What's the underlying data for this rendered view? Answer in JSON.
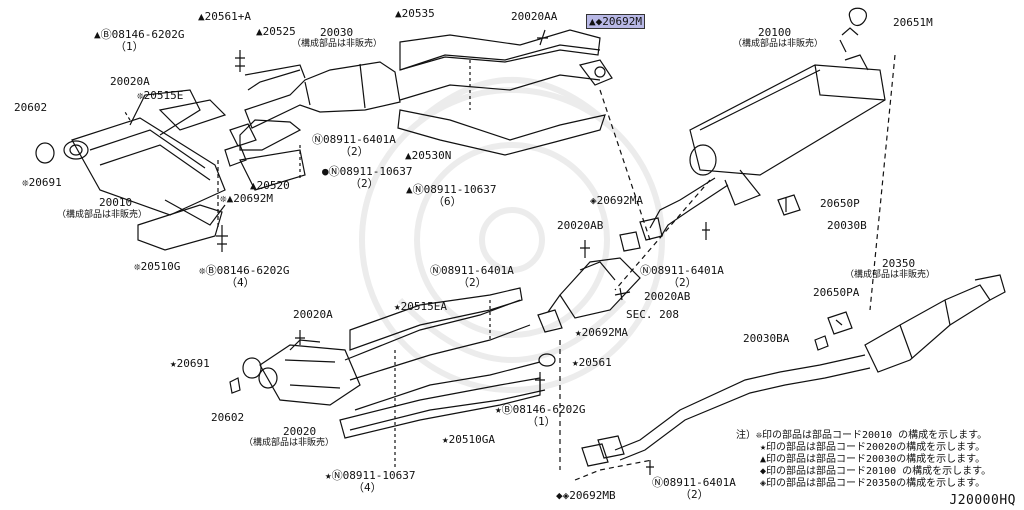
{
  "labels": {
    "p20561a": "▲20561+A",
    "b08146_top": "▲Ⓑ08146-6202G",
    "b08146_top_q": "（1）",
    "p20525": "▲20525",
    "p20030": "20030",
    "p20030_note": "（構成部品は非販売）",
    "p20535": "▲20535",
    "p20020aa": "20020AA",
    "p20692m_top": "▲◆20692M",
    "p20100": "20100",
    "p20100_note": "（構成部品は非販売）",
    "p20651m": "20651M",
    "p20020a_top": "20020A",
    "p20515e": "❊20515E",
    "p20602_top": "20602",
    "p20691_top": "❊20691",
    "p20010": "20010",
    "p20010_note": "（構成部品は非販売）",
    "n08911_a": "Ⓝ08911-6401A",
    "n08911_a_q": "（2）",
    "n08911_b": "●Ⓝ08911-10637",
    "n08911_b_q": "（2）",
    "p20530n": "▲20530N",
    "n08911_c": "▲Ⓝ08911-10637",
    "n08911_c_q": "（6）",
    "p20520": "▲20520",
    "p20692m_mid": "❊▲20692M",
    "p20692ma_top": "◈20692MA",
    "p20650p": "20650P",
    "p20030b": "20030B",
    "p20510g": "❊20510G",
    "b08146_left": "❊Ⓑ08146-6202G",
    "b08146_left_q": "（4）",
    "p20020ab_a": "20020AB",
    "n08911_d": "Ⓝ08911-6401A",
    "n08911_d_q": "（2）",
    "n08911_e": "Ⓝ08911-6401A",
    "n08911_e_q": "（2）",
    "p20020ab_b": "20020AB",
    "sec208": "SEC. 208",
    "p20350": "20350",
    "p20350_note": "（構成部品は非販売）",
    "p20650pa": "20650PA",
    "p20030ba": "20030BA",
    "p20020a_bot": "20020A",
    "p20515ea": "★20515EA",
    "p20692ma_bot": "★20692MA",
    "p20691_bot": "★20691",
    "p20561": "★20561",
    "p20602_bot": "20602",
    "p20020": "20020",
    "p20020_note": "（構成部品は非販売）",
    "b08146_bot": "★Ⓑ08146-6202G",
    "b08146_bot_q": "（1）",
    "p20510ga": "★20510GA",
    "n08911_f": "★Ⓝ08911-10637",
    "n08911_f_q": "（4）",
    "p20692mb": "◆◈20692MB",
    "n08911_g": "Ⓝ08911-6401A",
    "n08911_g_q": "（2）"
  },
  "notes": [
    "注）❊印の部品は部品コード20010 の構成を示します。",
    "★印の部品は部品コード20020の構成を示します。",
    "▲印の部品は部品コード20030の構成を示します。",
    "◆印の部品は部品コード20100 の構成を示します。",
    "◈印の部品は部品コード20350の構成を示します。"
  ],
  "diagram_code": "J20000HQ",
  "colors": {
    "highlight": "#b8b8e6",
    "ink": "#111111",
    "watermark": "#e9e9e9"
  }
}
